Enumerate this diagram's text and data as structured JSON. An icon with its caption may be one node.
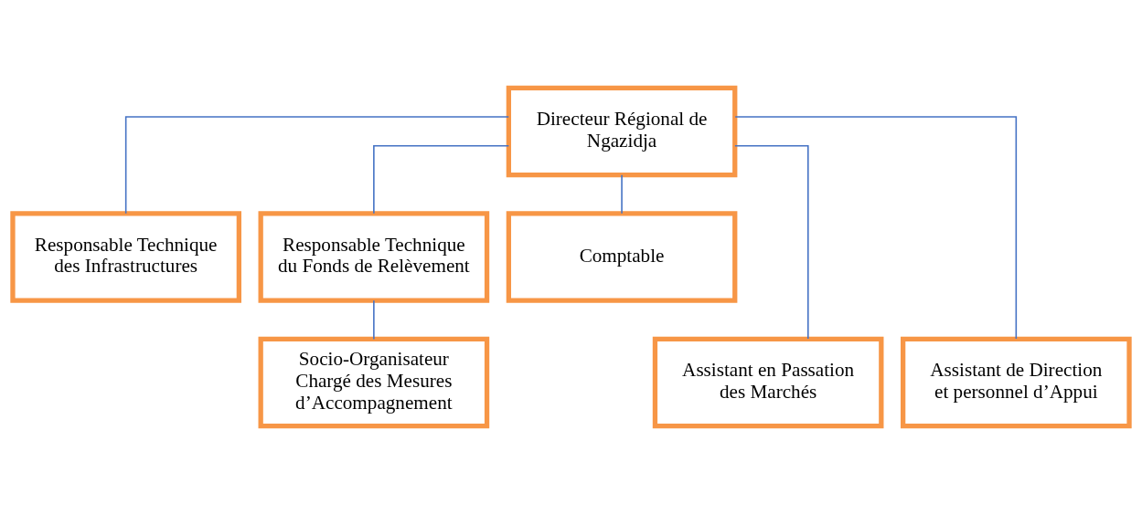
{
  "diagram": {
    "nodes": [
      {
        "text": [
          "Directeur Régional de Ngazidja"
        ]
      },
      {
        "text": [
          "Responsable Technique des Infrastructures"
        ]
      },
      {
        "text": [
          "Responsable Technique du Fonds de Relèvement"
        ]
      },
      {
        "text": [
          "Comptable"
        ]
      },
      {
        "text": [
          "Assistant en Passation des Marchés"
        ]
      },
      {
        "text": [
          "Socio-Organisateur Chargé des Mesures d’Accompagnement"
        ]
      },
      {
        "text": [
          "Assistant de Direction et personnel d’Appui"
        ]
      }
    ],
    "edges": [
      {
        "from": 0,
        "to": 4,
        "arrow": "none"
      },
      {
        "from": 0,
        "to": 1,
        "arrow": "none"
      },
      {
        "from": 0,
        "to": 2,
        "arrow": "none"
      },
      {
        "from": 0,
        "to": 3,
        "arrow": "none"
      },
      {
        "from": 0,
        "to": 6,
        "arrow": "none"
      },
      {
        "from": 2,
        "to": 5,
        "arrow": "none"
      }
    ]
  }
}
